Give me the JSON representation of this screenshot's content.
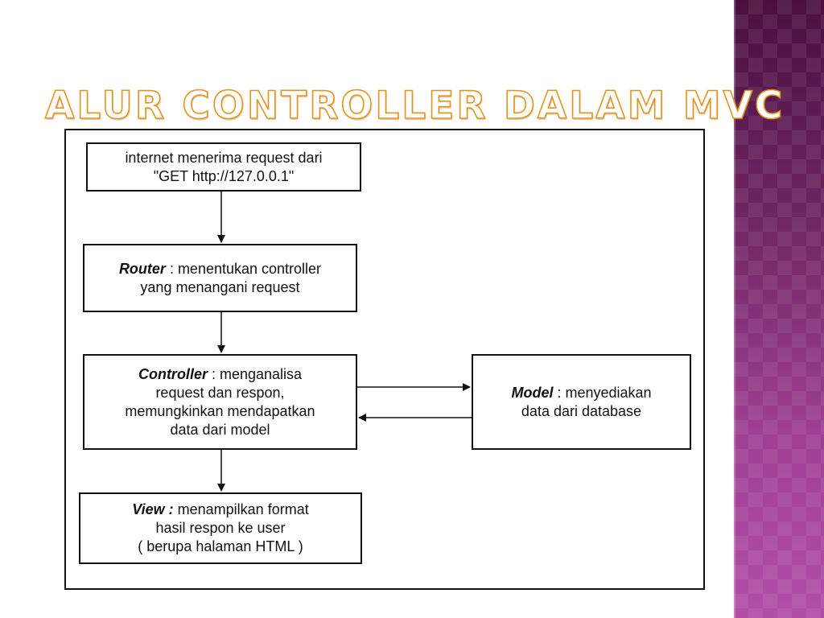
{
  "slide": {
    "title": "ALUR CONTROLLER DALAM MVC",
    "accent_color": "#e4941e",
    "band_color": "#9e3f93"
  },
  "diagram": {
    "request_box": {
      "line1": "internet menerima  request dari",
      "line2": "\"GET http://127.0.0.1\""
    },
    "router_box": {
      "keyword": "Router",
      "rest": " : menentukan controller",
      "line2": "yang menangani request"
    },
    "controller_box": {
      "keyword": "Controller",
      "rest": " : menganalisa",
      "line2": "request dan respon,",
      "line3": "memungkinkan mendapatkan",
      "line4": "data dari model"
    },
    "model_box": {
      "keyword": "Model",
      "rest": " : menyediakan",
      "line2": "data dari database"
    },
    "view_box": {
      "keyword": "View :",
      "rest": " menampilkan format",
      "line2": "hasil respon ke user",
      "line3": "( berupa halaman HTML )"
    }
  }
}
